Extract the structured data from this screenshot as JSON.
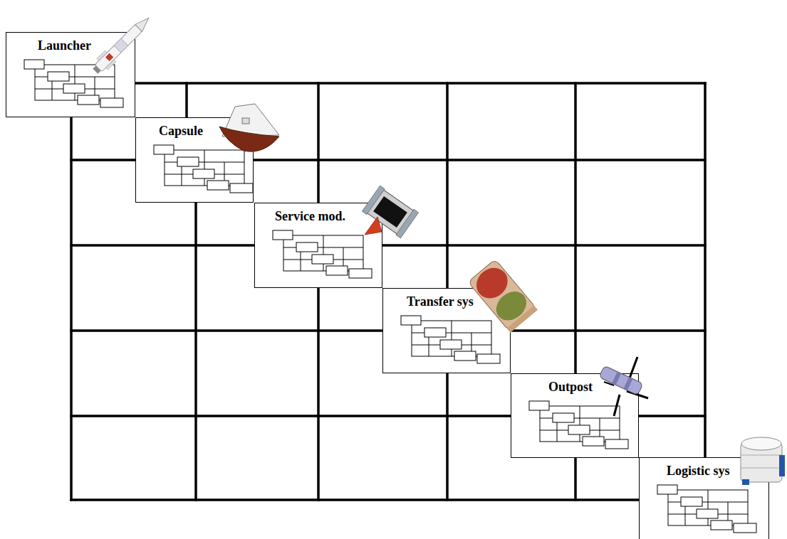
{
  "diagram": {
    "nodes": [
      {
        "text": [
          "Launcher"
        ]
      },
      {
        "text": [
          "Capsule"
        ]
      },
      {
        "text": [
          "Service mod."
        ]
      },
      {
        "text": [
          "Transfer sys"
        ]
      },
      {
        "text": [
          "Outpost"
        ]
      },
      {
        "text": [
          "Logistic sys"
        ]
      }
    ]
  }
}
